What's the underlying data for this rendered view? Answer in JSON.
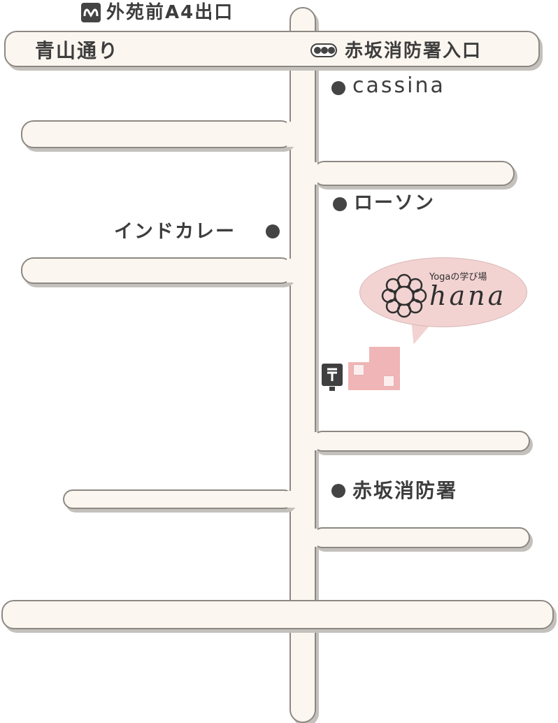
{
  "roads": {
    "main_avenue": "青山通り"
  },
  "landmarks": {
    "metro_exit": "外苑前A4出口",
    "bus_stop": "赤坂消防署入口",
    "cassina": "cassina",
    "lawson": "ローソン",
    "indian_curry": "インドカレー",
    "fire_station": "赤坂消防署"
  },
  "studio": {
    "subtitle": "Yogaの学び場",
    "name": "hana"
  },
  "icons": {
    "metro": "metro-icon",
    "bus": "bus-stop-icon",
    "post": "post-office-icon",
    "flower": "flower-logo-icon"
  },
  "colors": {
    "road_fill": "#fbf6ef",
    "road_outline": "#8d8883",
    "text": "#3d3d3d",
    "studio_pink": "#f0b5b6",
    "bubble_pink": "#f2d3d2"
  }
}
